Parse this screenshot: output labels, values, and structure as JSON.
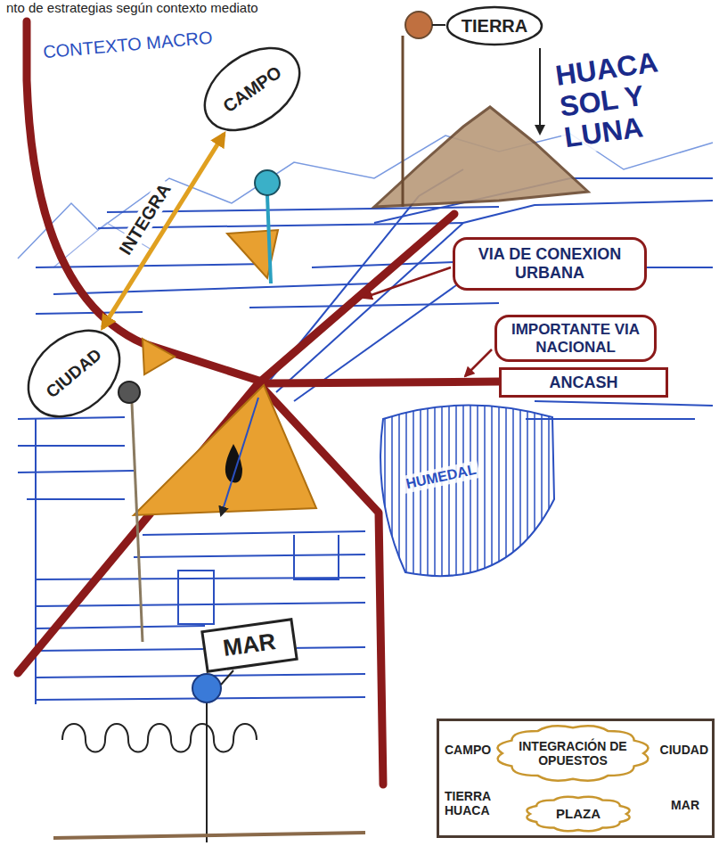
{
  "diagram": {
    "nodes": [
      {
        "text": [
          "TIERRA"
        ]
      },
      {
        "text": [
          "CAMPO"
        ]
      },
      {
        "text": [
          "VIA DE CONEXION URBANA"
        ]
      },
      {
        "text": [
          "IMPORTANTE VIA NACIONAL"
        ]
      },
      {
        "text": [
          "ANCASH"
        ]
      },
      {
        "text": [
          "CIUDAD"
        ]
      },
      {
        "text": [
          "MAR"
        ]
      },
      {
        "text": [
          "CAMPO",
          "CIUDAD",
          "TIERRA HUACA",
          "MAR"
        ]
      },
      {
        "text": [
          "INTEGRACIÓN DE OPUESTOS"
        ],
        "in": 7
      },
      {
        "text": [
          "PLAZA"
        ],
        "in": 7
      }
    ],
    "edges": [
      {
        "from": 5,
        "to": 1,
        "arrow": "both",
        "label": "INTEGRA"
      },
      {
        "from": 8,
        "to": 9,
        "arrow": "to"
      }
    ],
    "labels": [
      "nto de estrategias según contexto mediato",
      "CONTEXTO MACRO",
      "HUACA SOL Y LUNA",
      "HUMEDAL"
    ]
  }
}
